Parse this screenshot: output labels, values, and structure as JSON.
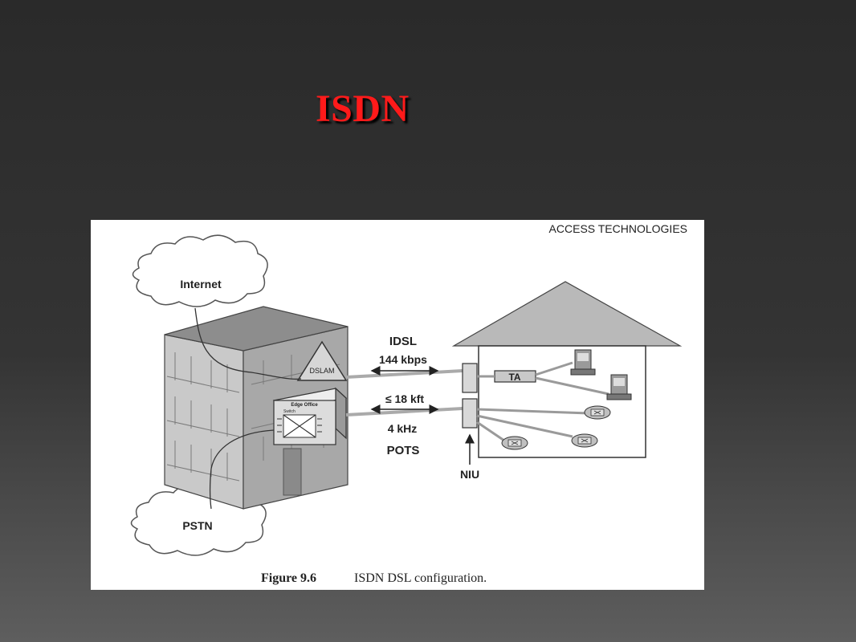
{
  "slide": {
    "title": "ISDN"
  },
  "figure": {
    "header": "ACCESS TECHNOLOGIES",
    "clouds": {
      "internet": "Internet",
      "pstn": "PSTN"
    },
    "building": {
      "dslam": "DSLAM",
      "switch_title": "Edge Office",
      "switch_sub": "Switch"
    },
    "link": {
      "idsl": "IDSL",
      "rate": "144 kbps",
      "distance": "≤ 18 kft",
      "band": "4 kHz",
      "pots": "POTS"
    },
    "house": {
      "ta": "TA"
    },
    "niu": "NIU",
    "caption": {
      "number": "Figure 9.6",
      "text": "ISDN DSL configuration."
    }
  }
}
